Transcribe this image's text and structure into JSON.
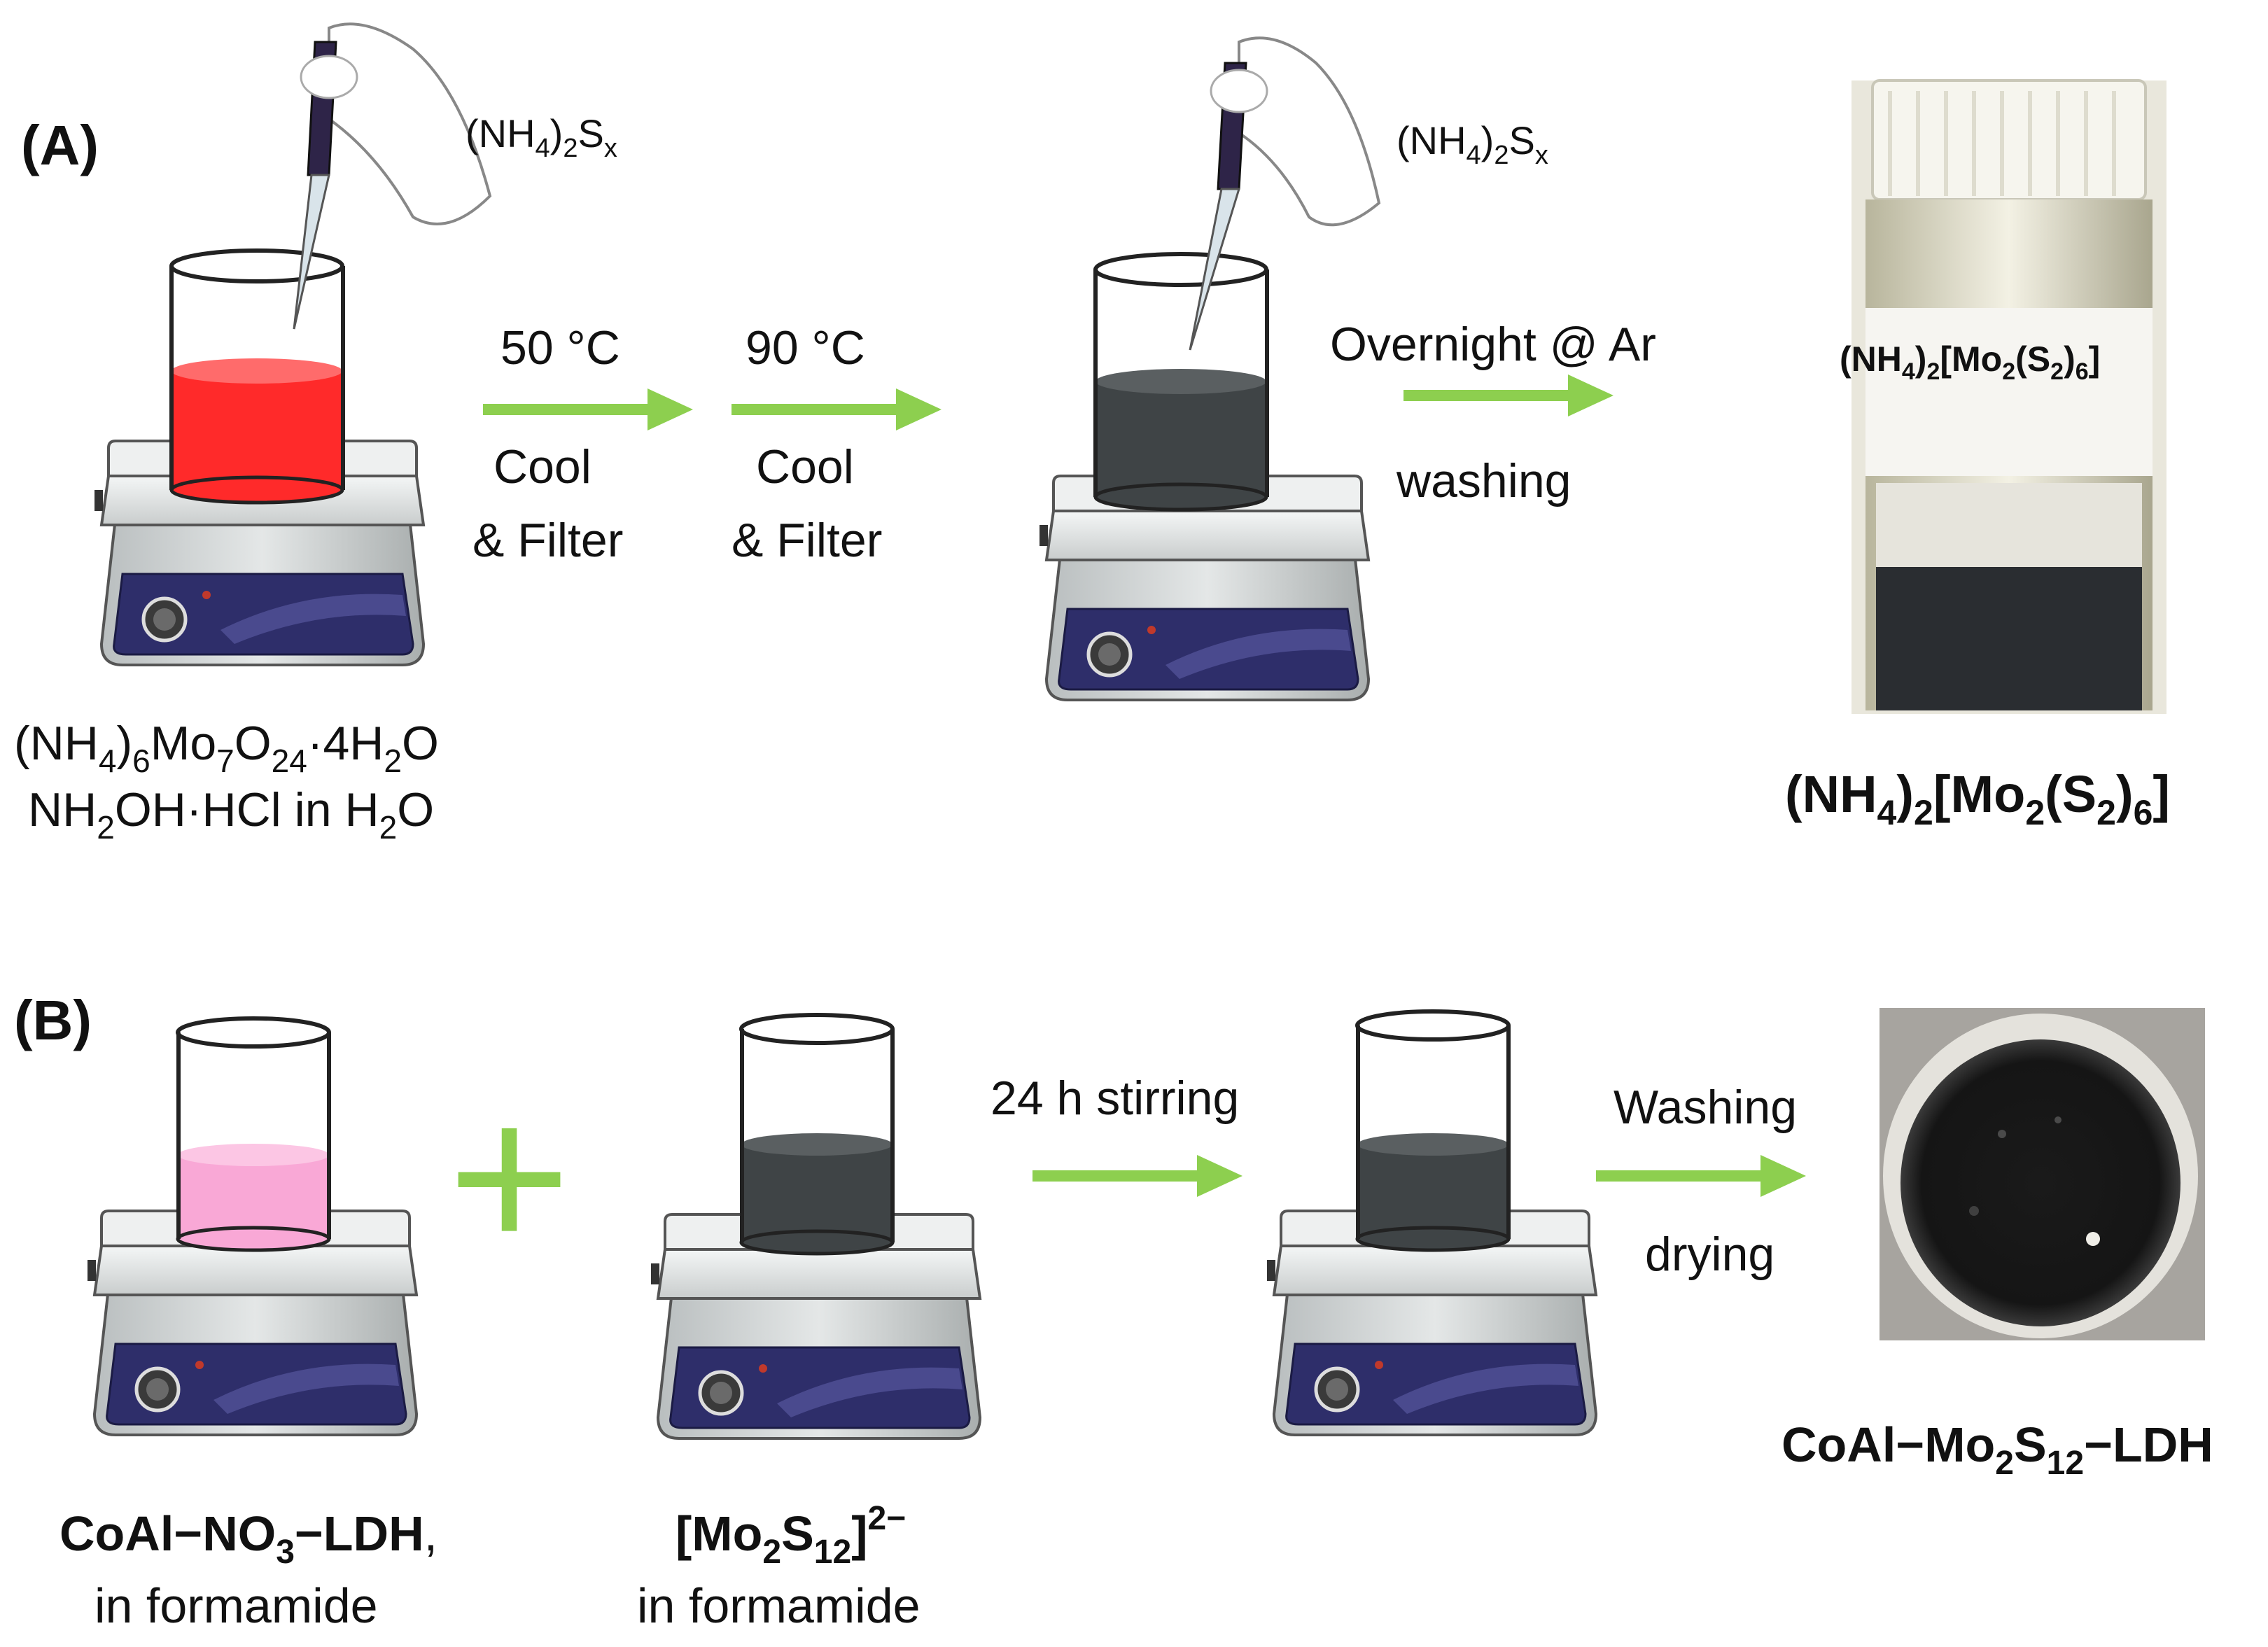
{
  "panel_a": {
    "label": "(A)",
    "reagent_1": {
      "base": "(NH",
      "sub1": "4",
      "mid": ")",
      "sub2": "2",
      "tail": "S",
      "sub3": "x"
    },
    "reagent_2": {
      "base": "(NH",
      "sub1": "4",
      "mid": ")",
      "sub2": "2",
      "tail": "S",
      "sub3": "x"
    },
    "step_1": {
      "temp": "50 °C",
      "line1": "Cool",
      "line2": "& Filter"
    },
    "step_2": {
      "temp": "90 °C",
      "line1": "Cool",
      "line2": "& Filter"
    },
    "step_3": {
      "top": "Overnight @ Ar",
      "bottom": "washing"
    },
    "vial_label": {
      "a": "(NH",
      "s1": "4",
      "b": ")",
      "s2": "2",
      "c": "[Mo",
      "s3": "2",
      "d": "(S",
      "s4": "2",
      "e": ")",
      "s5": "6",
      "f": "]"
    },
    "product": {
      "a": "(NH",
      "s1": "4",
      "b": ")",
      "s2": "2",
      "c": "[Mo",
      "s3": "2",
      "d": "(S",
      "s4": "2",
      "e": ")",
      "s5": "6",
      "f": "]"
    },
    "start_line1": {
      "a": "(NH",
      "s1": "4",
      "b": ")",
      "s2": "6",
      "c": "Mo",
      "s3": "7",
      "d": "O",
      "s4": "24",
      "e": "·4H",
      "s5": "2",
      "f": "O"
    },
    "start_line2": {
      "a": "NH",
      "s1": "2",
      "b": "OH·HCl  in H",
      "s2": "2",
      "c": "O"
    }
  },
  "panel_b": {
    "label": "(B)",
    "plus": "+",
    "step_1": {
      "top": "24 h stirring"
    },
    "step_2": {
      "top": "Washing",
      "bottom": "drying"
    },
    "left_reagent": {
      "a": "CoAl−NO",
      "s1": "3",
      "b": "−LDH",
      "c": ",",
      "line2": "in formamide"
    },
    "mid_reagent": {
      "a": "[Mo",
      "s1": "2",
      "b": "S",
      "s2": "12",
      "c": "]",
      "sup": "2−",
      "line2": "in formamide"
    },
    "product": {
      "a": "CoAl−Mo",
      "s1": "2",
      "b": "S",
      "s2": "12",
      "c": "−LDH"
    }
  },
  "colors": {
    "arrow": "#8dcf4f",
    "red_liquid": "#ff2a2a",
    "pink_liquid": "#f9a8d6",
    "dark_liquid": "#3f4446",
    "hotplate_body": "#d8dcdc",
    "control_panel": "#2e2e6a"
  }
}
